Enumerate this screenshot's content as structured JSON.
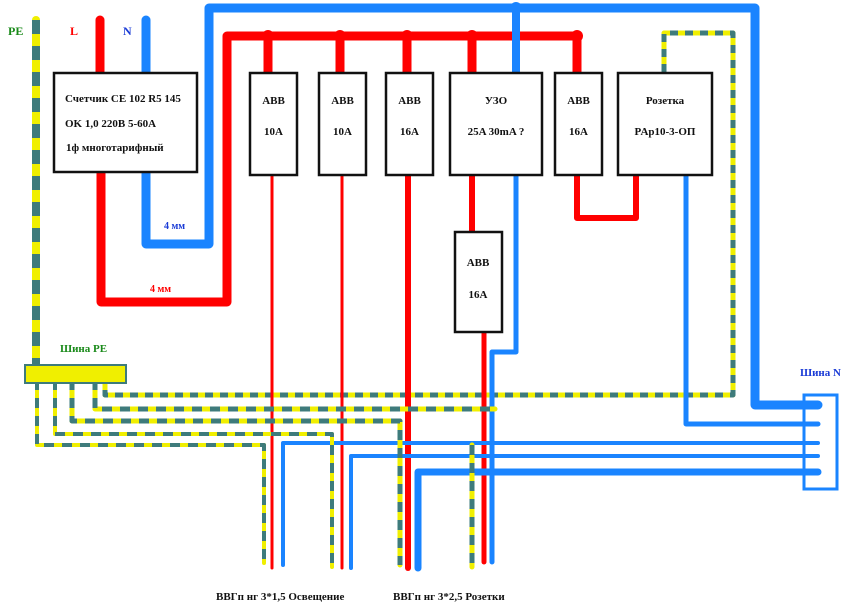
{
  "colors": {
    "phase": "#ff0000",
    "neutral": "#1a84ff",
    "pe_yellow": "#f0ef00",
    "pe_green": "#3e7b7b",
    "pe_label": "#1a8a1a",
    "neutral_label": "#1a3bd6",
    "box_border": "#111111"
  },
  "top_labels": {
    "pe": "PE",
    "l": "L",
    "n": "N"
  },
  "meter": {
    "line1": "Счетчик CE 102 R5 145",
    "line2": "OK 1,0 220В  5-60А",
    "line3": "1ф многотарифный"
  },
  "breakers": [
    {
      "name": "ABB",
      "rating": "10A"
    },
    {
      "name": "ABB",
      "rating": "10A"
    },
    {
      "name": "ABB",
      "rating": "16A"
    },
    {
      "name": "УЗО",
      "rating": "25A 30mA ?"
    },
    {
      "name": "ABB",
      "rating": "16A"
    },
    {
      "name": "Розетка",
      "rating": "PAp10-3-OП"
    }
  ],
  "rcd_breaker": {
    "name": "ABB",
    "rating": "16A"
  },
  "wire_labels": {
    "neutral_size": "4 мм",
    "phase_size": "4 мм"
  },
  "busbars": {
    "pe": "Шина PE",
    "n": "Шина N"
  },
  "cables": {
    "lighting": "ВВГп нг 3*1,5 Освещение",
    "sockets": "ВВГп нг 3*2,5 Розетки"
  }
}
